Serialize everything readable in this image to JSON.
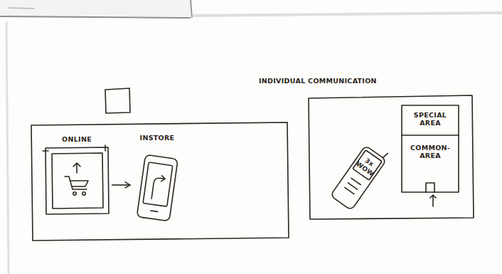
{
  "diagram": {
    "nodes": [
      {
        "text": [
          "ONLINE"
        ]
      },
      {
        "text": [
          "INSTORE"
        ]
      },
      {
        "text": [
          "INDIVIDUAL COMMUNICATION"
        ]
      },
      {
        "text": [
          "3x WOW"
        ],
        "in": 2
      },
      {
        "text": [
          "SPECIAL AREA"
        ],
        "in": 2
      },
      {
        "text": [
          "COMMON- AREA"
        ],
        "in": 2
      }
    ],
    "edges": [
      {
        "from": 0,
        "to": 1,
        "arrow": "to"
      }
    ]
  }
}
